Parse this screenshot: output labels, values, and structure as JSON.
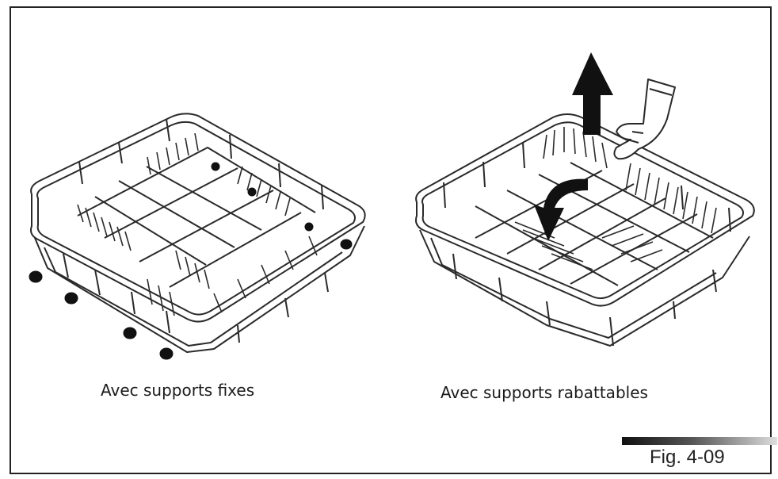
{
  "captions": {
    "left": "Avec supports fixes",
    "right": "Avec supports rabattables"
  },
  "figure_label": "Fig. 4-09",
  "colors": {
    "line": "#2a2a2a",
    "arrow": "#111111",
    "frame": "#222222"
  },
  "icons": {
    "up_arrow": "arrow-up-icon",
    "curved_arrow": "curved-arrow-icon",
    "hand": "hand-icon"
  }
}
